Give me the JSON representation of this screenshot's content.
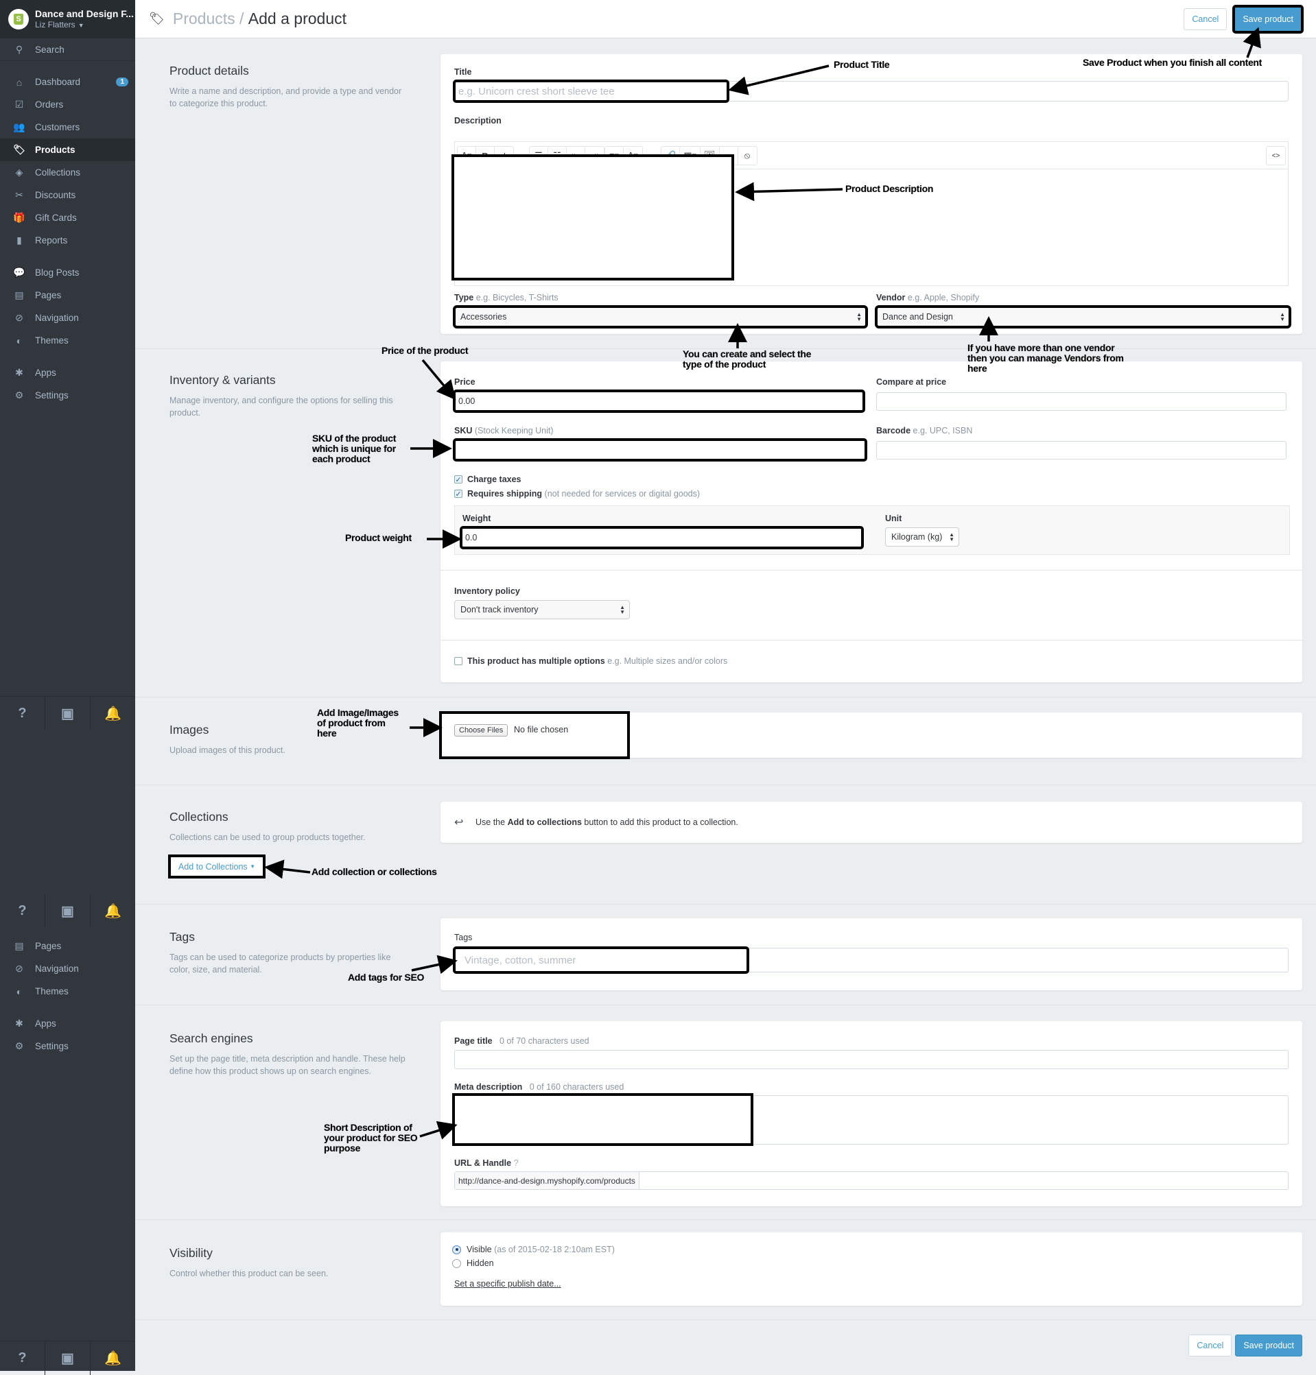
{
  "sidebar": {
    "store_name": "Dance and Design F...",
    "user_name": "Liz Flatters",
    "search_label": "Search",
    "items_main": [
      {
        "label": "Dashboard",
        "icon": "home-icon",
        "badge": "1"
      },
      {
        "label": "Orders",
        "icon": "orders-icon"
      },
      {
        "label": "Customers",
        "icon": "customers-icon"
      },
      {
        "label": "Products",
        "icon": "tag-icon",
        "active": true
      },
      {
        "label": "Collections",
        "icon": "collections-icon"
      },
      {
        "label": "Discounts",
        "icon": "scissors-icon"
      },
      {
        "label": "Gift Cards",
        "icon": "gift-icon"
      },
      {
        "label": "Reports",
        "icon": "bar-chart-icon"
      }
    ],
    "items_channels": [
      {
        "label": "Blog Posts",
        "icon": "chat-icon"
      },
      {
        "label": "Pages",
        "icon": "pages-icon"
      },
      {
        "label": "Navigation",
        "icon": "compass-icon"
      },
      {
        "label": "Themes",
        "icon": "palette-icon"
      }
    ],
    "items_settings": [
      {
        "label": "Apps",
        "icon": "puzzle-icon"
      },
      {
        "label": "Settings",
        "icon": "gear-icon"
      }
    ],
    "bottom_icons": [
      "help-icon",
      "layout-icon",
      "bell-icon"
    ],
    "bottom_glyphs": [
      "?",
      "▣",
      "🔔"
    ]
  },
  "header": {
    "breadcrumb_parent": "Products",
    "breadcrumb_sep": " / ",
    "page_title": "Add a product",
    "cancel_label": "Cancel",
    "save_label": "Save product"
  },
  "product_details": {
    "title": "Product details",
    "description": "Write a name and description, and provide a type and vendor to categorize this product.",
    "title_label": "Title",
    "title_placeholder": "e.g. Unicorn crest short sleeve tee",
    "description_label": "Description",
    "toolbar": [
      "A▾",
      "B",
      "I",
      "☰",
      "☷",
      "⇤",
      "⇥",
      "≡▾",
      "A▾",
      "🔗",
      "▦▾",
      "🖼",
      "■",
      "⦸"
    ],
    "source_button": "<>",
    "type_label": "Type",
    "type_hint": "e.g. Bicycles, T-Shirts",
    "type_value": "Accessories",
    "vendor_label": "Vendor",
    "vendor_hint": "e.g. Apple, Shopify",
    "vendor_value": "Dance and Design"
  },
  "inventory": {
    "title": "Inventory & variants",
    "description": "Manage inventory, and configure the options for selling this product.",
    "price_label": "Price",
    "price_value": "0.00",
    "compare_label": "Compare at price",
    "compare_value": "",
    "sku_label": "SKU",
    "sku_hint": "(Stock Keeping Unit)",
    "sku_value": "",
    "barcode_label": "Barcode",
    "barcode_hint": "e.g. UPC, ISBN",
    "charge_taxes_label": "Charge taxes",
    "charge_taxes_checked": true,
    "requires_shipping_label": "Requires shipping",
    "requires_shipping_hint": "(not needed for services or digital goods)",
    "requires_shipping_checked": true,
    "weight_label": "Weight",
    "weight_value": "0.0",
    "unit_label": "Unit",
    "unit_value": "Kilogram (kg)",
    "policy_label": "Inventory policy",
    "policy_value": "Don't track inventory",
    "multiple_options_label": "This product has multiple options",
    "multiple_options_hint": "e.g. Multiple sizes and/or colors",
    "multiple_options_checked": false
  },
  "images": {
    "title": "Images",
    "description": "Upload images of this product.",
    "choose_files_label": "Choose Files",
    "no_file_text": "No file chosen"
  },
  "collections": {
    "title": "Collections",
    "description": "Collections can be used to group products together.",
    "add_button": "Add to Collections",
    "info_pre": "Use the ",
    "info_bold": "Add to collections",
    "info_post": " button to add this product to a collection."
  },
  "tags": {
    "title": "Tags",
    "description": "Tags can be used to categorize products by properties like color, size, and material.",
    "label": "Tags",
    "placeholder": "Vintage, cotton, summer"
  },
  "seo": {
    "title": "Search engines",
    "description": "Set up the page title, meta description and handle. These help define how this product shows up on search engines.",
    "page_title_label": "Page title",
    "page_title_count": "0 of 70 characters used",
    "meta_label": "Meta description",
    "meta_count": "0 of 160 characters used",
    "url_label": "URL & Handle",
    "url_prefix": "http://dance-and-design.myshopify.com/products"
  },
  "visibility": {
    "title": "Visibility",
    "description": "Control whether this product can be seen.",
    "visible_label": "Visible",
    "visible_hint": "(as of 2015-02-18 2:10am EST)",
    "hidden_label": "Hidden",
    "selected": "Visible",
    "publish_link": "Set a specific publish date..."
  },
  "footer": {
    "cancel_label": "Cancel",
    "save_label": "Save product"
  },
  "annotations": {
    "product_title": "Product Title",
    "save_product": "Save Product when you finish all content",
    "product_description": "Product Description",
    "type_note": "You can create and select the type of the product",
    "vendor_note": "If you have more than one vendor then you can manage Vendors from here",
    "price_note": "Price of the product",
    "sku_note": "SKU of the product which is unique for each product",
    "weight_note": "Product weight",
    "images_note": "Add Image/Images of product from here",
    "collections_note": "Add collection or collections",
    "tags_note": "Add tags for SEO",
    "meta_note": "Short Description of your product for SEO purpose"
  },
  "colors": {
    "sidebar_bg": "#31373d",
    "accent": "#479ccf",
    "page_bg": "#ebeef0"
  }
}
